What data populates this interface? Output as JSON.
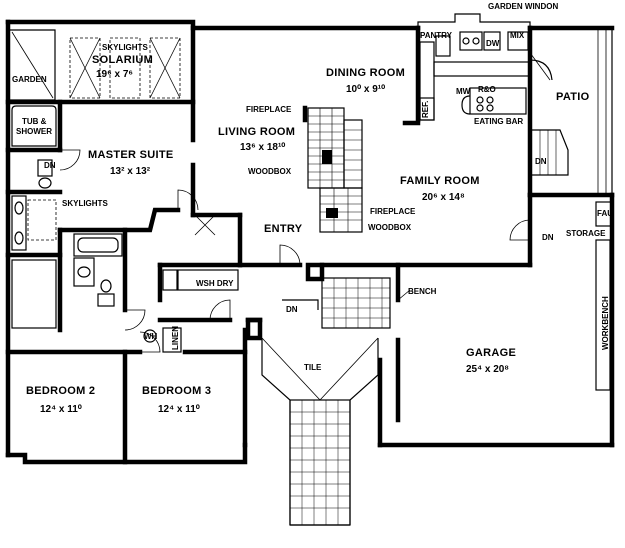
{
  "rooms": {
    "solarium": {
      "name": "SOLARIUM",
      "dim": "19⁶ x 7⁶"
    },
    "garden": {
      "name": "GARDEN"
    },
    "tub": {
      "line1": "TUB &",
      "line2": "SHOWER"
    },
    "master": {
      "name": "MASTER SUITE",
      "dim": "13² x 13²"
    },
    "dining": {
      "name": "DINING ROOM",
      "dim": "10⁰ x 9¹⁰"
    },
    "living": {
      "name": "LIVING ROOM",
      "dim": "13⁶ x 18¹⁰"
    },
    "family": {
      "name": "FAMILY ROOM",
      "dim": "20⁶ x 14⁸"
    },
    "patio": {
      "name": "PATIO"
    },
    "garage": {
      "name": "GARAGE",
      "dim": "25⁴ x 20⁸"
    },
    "bedroom2": {
      "name": "BEDROOM 2",
      "dim": "12⁴ x 11⁰"
    },
    "bedroom3": {
      "name": "BEDROOM 3",
      "dim": "12⁴ x 11⁰"
    },
    "entry": {
      "name": "ENTRY"
    },
    "storage": {
      "name": "STORAGE"
    }
  },
  "labels": {
    "skylights_top": "SKYLIGHTS",
    "skylights_bath": "SKYLIGHTS",
    "garden_window": "GARDEN WINDON",
    "pantry": "PANTRY",
    "dw": "DW",
    "mix": "MIX",
    "mw": "MW",
    "range": "R&O",
    "ref": "REF.",
    "eating_bar": "EATING BAR",
    "fireplace_living": "FIREPLACE",
    "woodbox_living": "WOODBOX",
    "fireplace_family": "FIREPLACE",
    "woodbox_family": "WOODBOX",
    "bench": "BENCH",
    "tile": "TILE",
    "wsh_dry": "WSH DRY",
    "linen": "LINEN",
    "wh": "WH",
    "fau": "FAU",
    "workbench": "WORKBENCH",
    "dn_master": "DN",
    "dn_entry": "DN",
    "dn_family": "DN",
    "dn_storage": "DN"
  }
}
